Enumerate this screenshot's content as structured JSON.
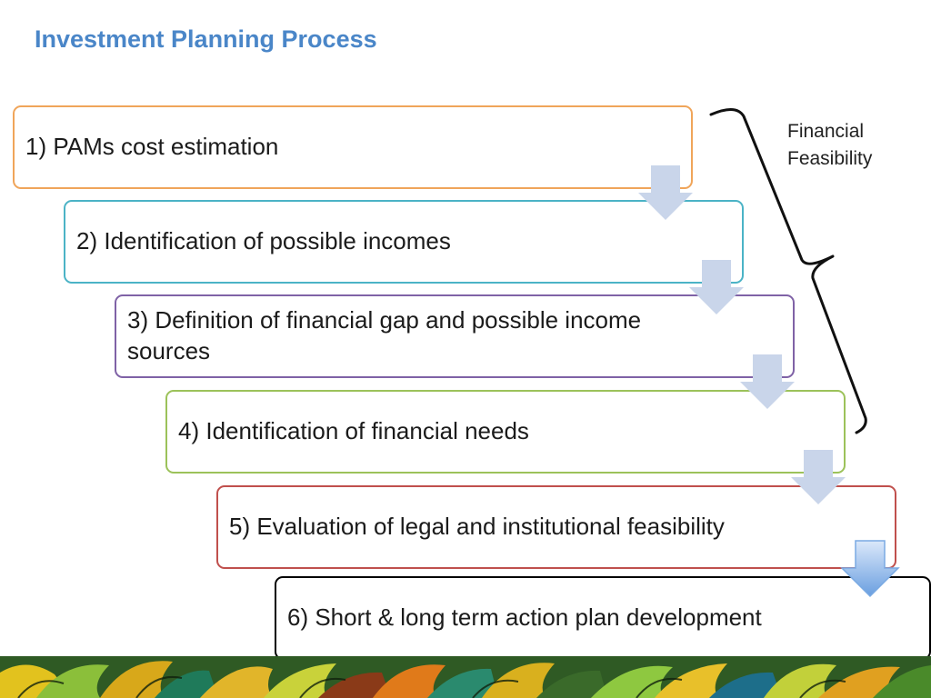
{
  "title": "Investment Planning Process",
  "steps": [
    {
      "label": "1) PAMs cost estimation",
      "color": "#f0a55a"
    },
    {
      "label": "2) Identification of possible incomes",
      "color": "#4bb3c6"
    },
    {
      "label": "3) Definition of financial gap and possible income sources",
      "color": "#7f62a6"
    },
    {
      "label": "4) Identification of financial needs",
      "color": "#9cc25a"
    },
    {
      "label": "5) Evaluation of legal and institutional feasibility",
      "color": "#c0504d"
    },
    {
      "label": "6) Short & long term action plan development",
      "color": "#000000"
    }
  ],
  "brace_label": {
    "line1": "Financial",
    "line2": "Feasibility"
  },
  "arrow_colors": {
    "pale": "#c9d5ea",
    "active": "#7aaae3"
  }
}
